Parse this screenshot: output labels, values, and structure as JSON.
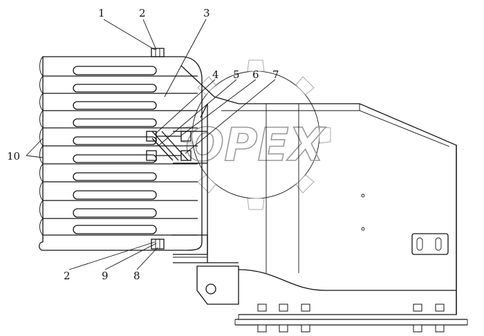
{
  "watermark": {
    "text": "OPEX"
  },
  "callouts": {
    "n1": "1",
    "n2_top": "2",
    "n3": "3",
    "n4": "4",
    "n5": "5",
    "n6": "6",
    "n7": "7",
    "n10": "10",
    "n2_bottom": "2",
    "n9": "9",
    "n8": "8"
  }
}
